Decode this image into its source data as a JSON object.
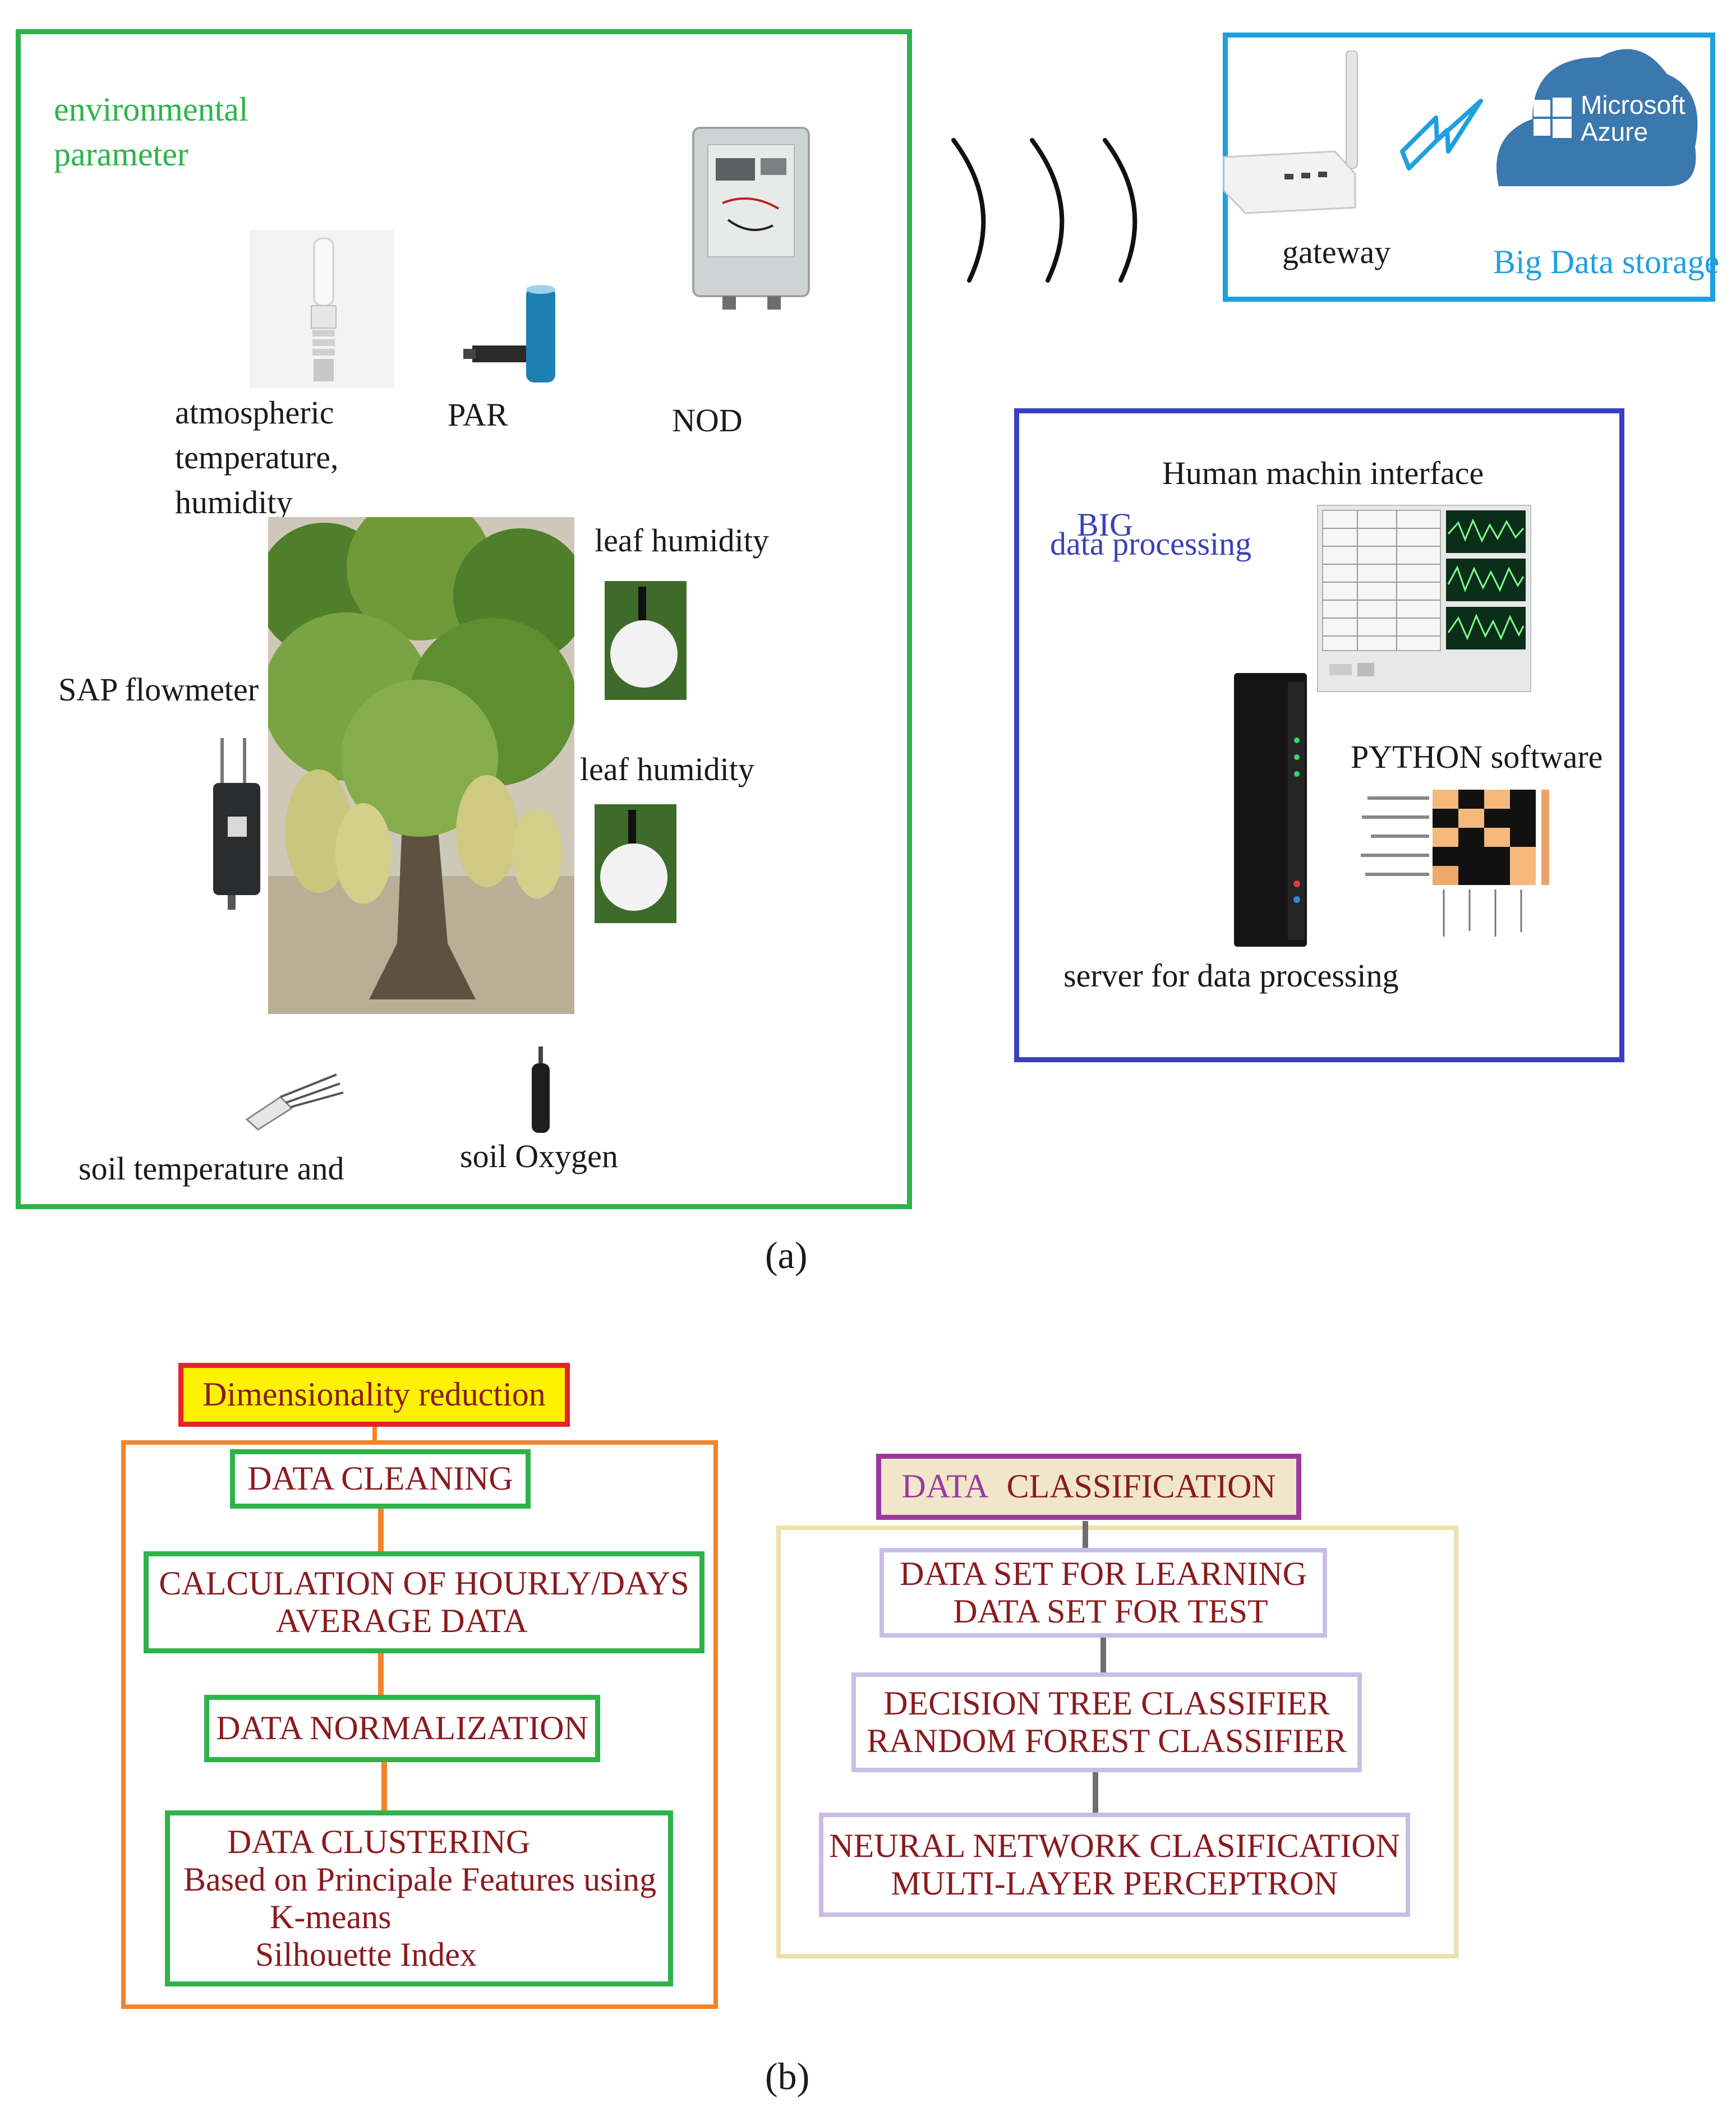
{
  "panel_a": {
    "env": {
      "title_line1": "environmental",
      "title_line2": "parameter",
      "sensors": {
        "atmospheric_line1": "atmospheric",
        "atmospheric_line2": "temperature,",
        "atmospheric_line3": "humidity",
        "par": "PAR",
        "nod": "NOD",
        "leaf_humidity_1": "leaf humidity",
        "leaf_humidity_2": "leaf humidity",
        "sap": "SAP flowmeter",
        "soil_temp": "soil temperature and",
        "soil_oxygen": "soil Oxygen"
      }
    },
    "storage": {
      "gateway": "gateway",
      "big_data_storage": "Big Data storage",
      "azure_line1": "Microsoft",
      "azure_line2": "Azure"
    },
    "processing": {
      "hmi": "Human machin interface",
      "big_line1": "BIG",
      "big_line2": "data processing",
      "python": "PYTHON software",
      "server": "server for data processing"
    },
    "caption": "(a)"
  },
  "panel_b": {
    "dim_title": "Dimensionality reduction",
    "steps": {
      "cleaning": "DATA CLEANING",
      "calc_line1": "CALCULATION OF HOURLY/DAYS",
      "calc_line2": "AVERAGE DATA",
      "normalization": "DATA NORMALIZATION",
      "clust_line1": "DATA CLUSTERING",
      "clust_line2": "Based on Principale Features using",
      "clust_line3": "K-means",
      "clust_line4": "Silhouette Index"
    },
    "class_title_1": "DATA",
    "class_title_2": "CLASSIFICATION",
    "class_steps": {
      "set_line1": "DATA SET FOR LEARNING",
      "set_line2": "DATA SET FOR TEST",
      "tree_line1": "DECISION TREE CLASSIFIER",
      "tree_line2": "RANDOM FOREST CLASSIFIER",
      "nn_line1": "NEURAL NETWORK CLASIFICATION",
      "nn_line2": "MULTI-LAYER PERCEPTRON"
    },
    "caption": "(b)"
  },
  "colors": {
    "green_frame": "#2db34a",
    "blue_frame": "#1ea0e0",
    "purple_frame": "#3a3fbf",
    "orange_frame": "#f5832a",
    "red_frame": "#e8202a",
    "yellow_fill": "#fff200",
    "beige_frame": "#eee0a8",
    "lavender_frame": "#c9bde6",
    "magenta_frame": "#9a3aa0",
    "dark_red_text": "#8a1a1e",
    "azure_blue": "#3a78ae"
  }
}
